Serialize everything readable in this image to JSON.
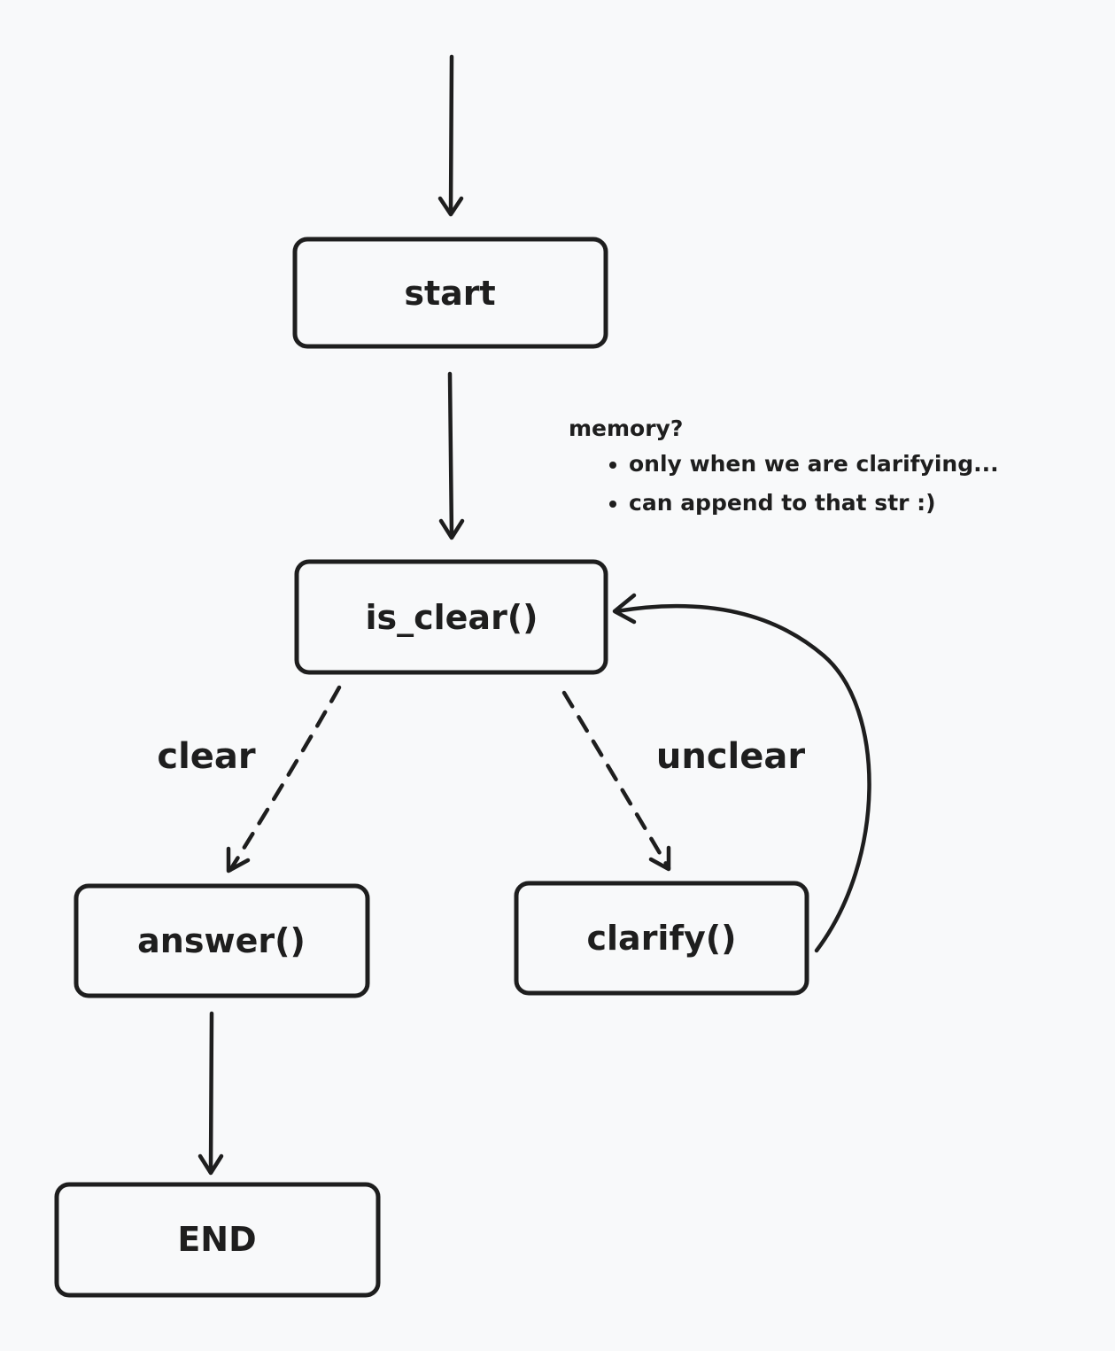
{
  "nodes": {
    "start": "start",
    "is_clear": "is_clear()",
    "answer": "answer()",
    "clarify": "clarify()",
    "end": "END"
  },
  "edges": {
    "clear": "clear",
    "unclear": "unclear"
  },
  "note": {
    "title": "memory?",
    "items": [
      "only when we are clarifying...",
      "can append to that str :)"
    ]
  },
  "colors": {
    "background": "#f8f9fa",
    "stroke": "#1e1e1e"
  }
}
